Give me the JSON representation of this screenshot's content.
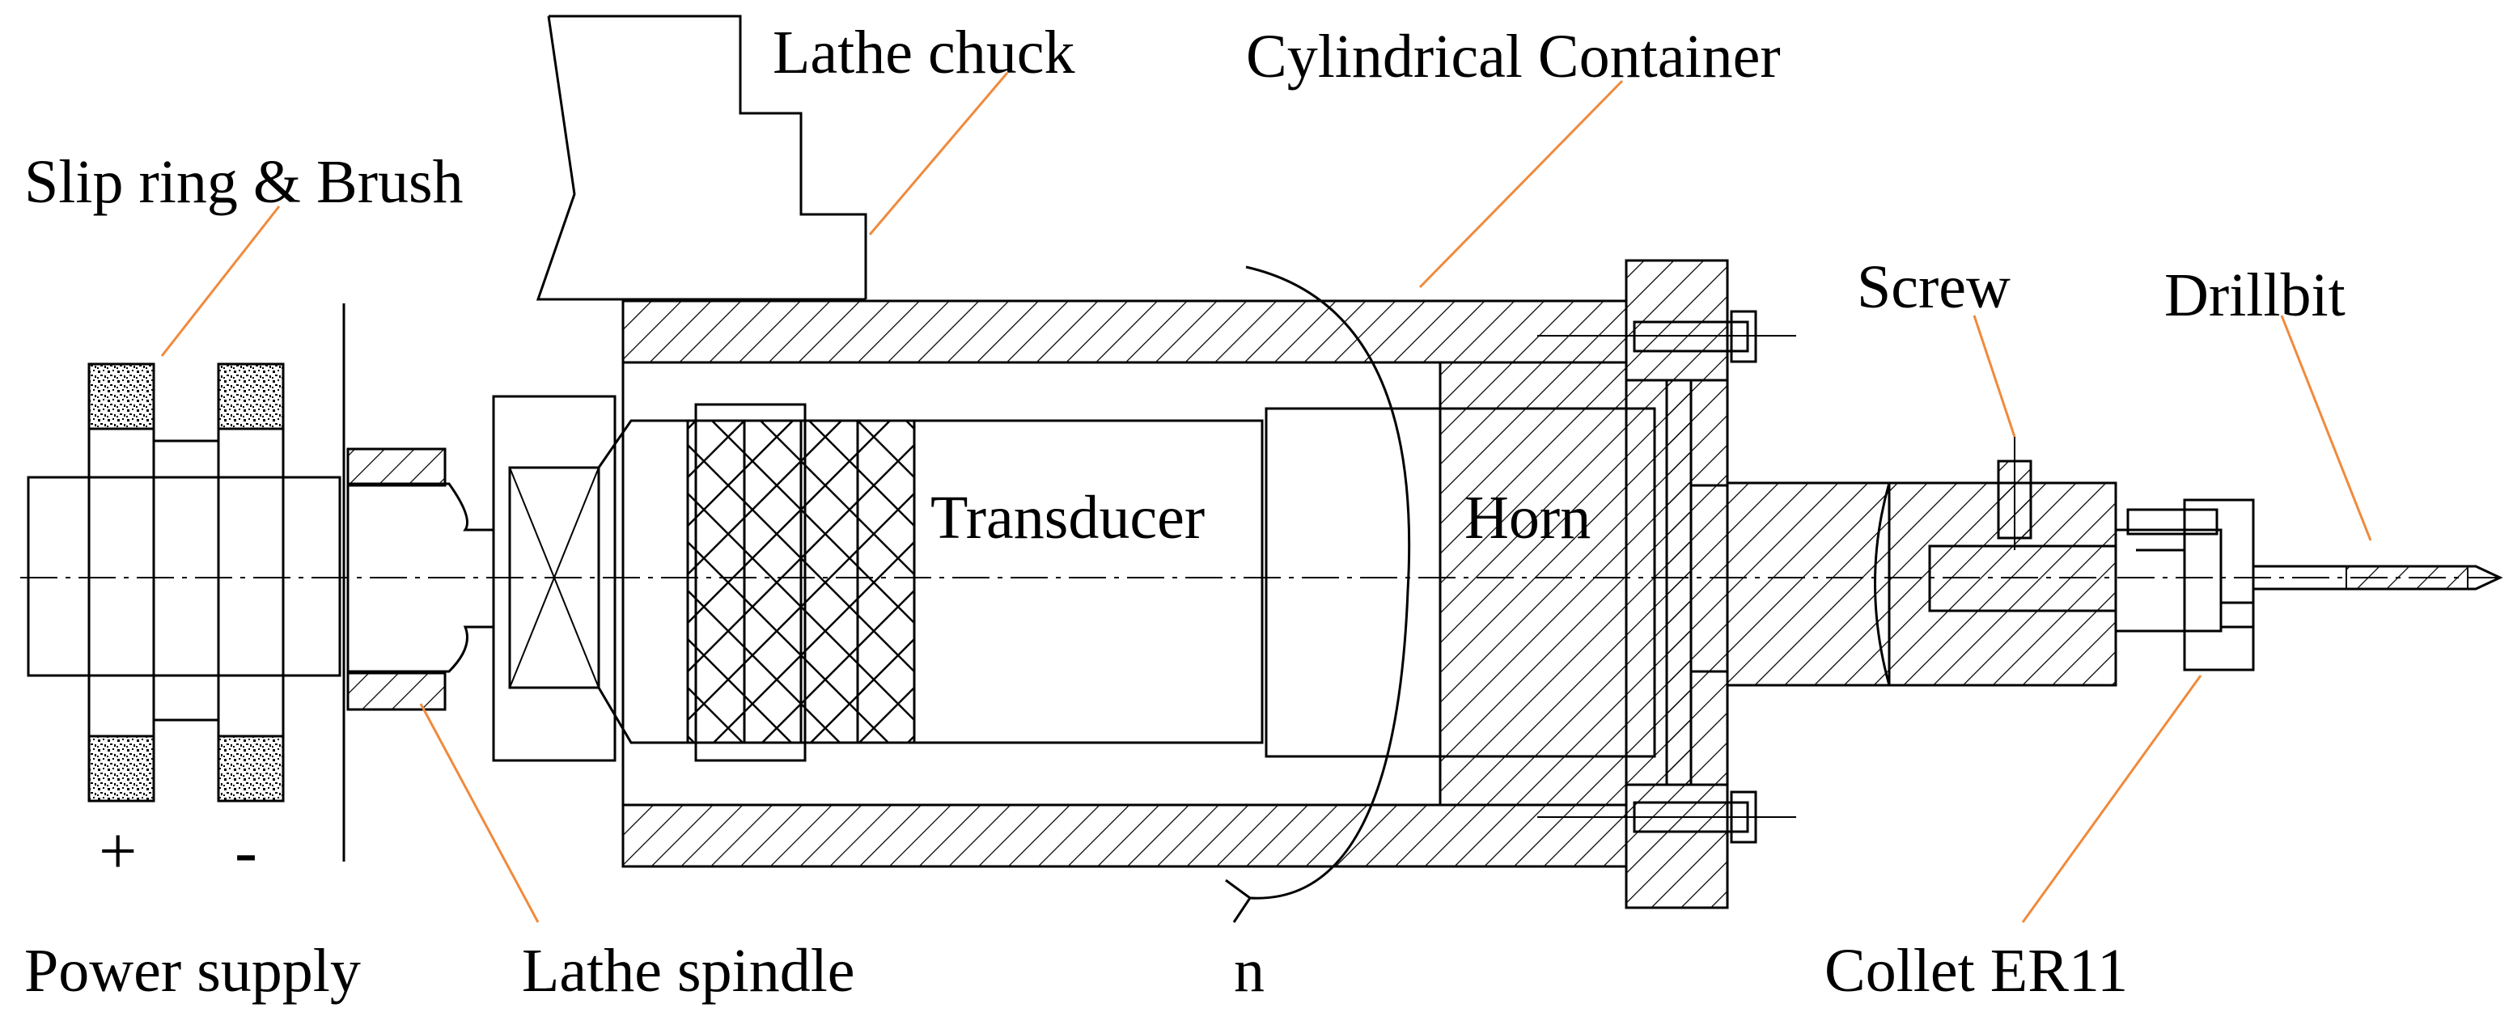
{
  "labels": {
    "slip_ring": "Slip ring & Brush",
    "lathe_chuck": "Lathe chuck",
    "cylindrical_container": "Cylindrical Container",
    "screw": "Screw",
    "drillbit": "Drillbit",
    "transducer": "Transducer",
    "horn": "Horn",
    "power_supply": "Power supply",
    "lathe_spindle": "Lathe spindle",
    "rotation": "n",
    "collet": "Collet ER11",
    "plus": "+",
    "minus": "-"
  },
  "colors": {
    "line": "#000000",
    "leader": "#f08a3c",
    "background": "#ffffff"
  }
}
